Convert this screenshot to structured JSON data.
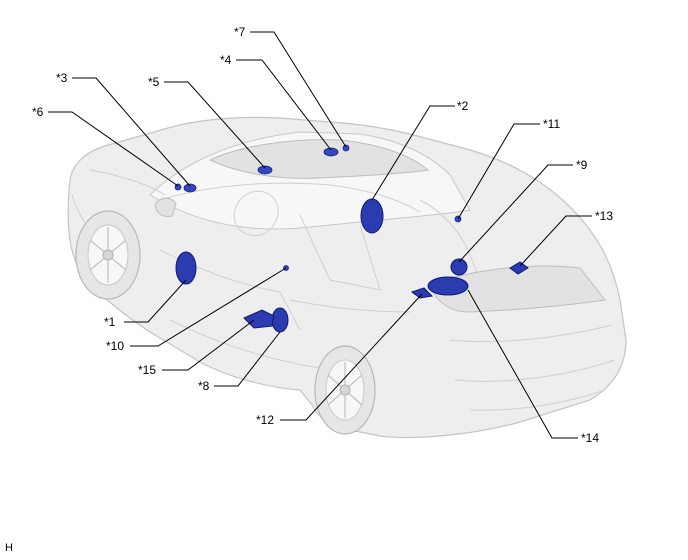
{
  "figure_code": "H",
  "callouts": [
    {
      "id": "c1",
      "text": "*1"
    },
    {
      "id": "c2",
      "text": "*2"
    },
    {
      "id": "c3",
      "text": "*3"
    },
    {
      "id": "c4",
      "text": "*4"
    },
    {
      "id": "c5",
      "text": "*5"
    },
    {
      "id": "c6",
      "text": "*6"
    },
    {
      "id": "c7",
      "text": "*7"
    },
    {
      "id": "c8",
      "text": "*8"
    },
    {
      "id": "c9",
      "text": "*9"
    },
    {
      "id": "c10",
      "text": "*10"
    },
    {
      "id": "c11",
      "text": "*11"
    },
    {
      "id": "c12",
      "text": "*12"
    },
    {
      "id": "c13",
      "text": "*13"
    },
    {
      "id": "c14",
      "text": "*14"
    },
    {
      "id": "c15",
      "text": "*15"
    }
  ],
  "colors": {
    "part_fill": "#2b3bb0",
    "car_body": "#eeeeee"
  }
}
